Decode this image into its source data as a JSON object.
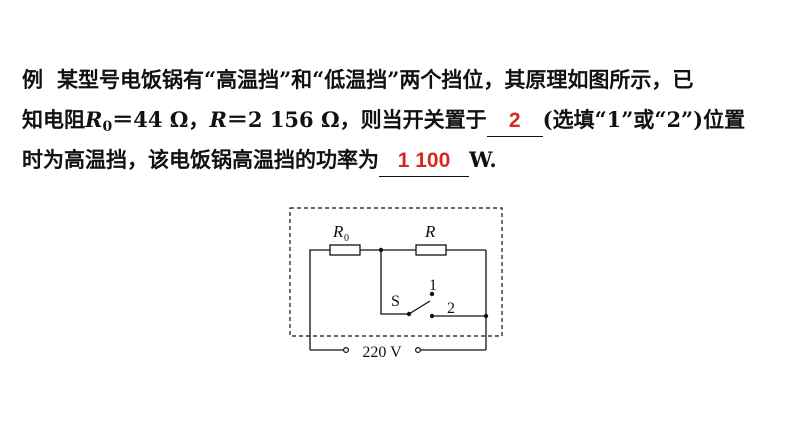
{
  "problem": {
    "example_label": "例",
    "line1": "某型号电饭锅有“高温挡”和“低温挡”两个挡位，其原理如图所示，已",
    "line2_prefix": "知电阻",
    "r0_symbol": "R",
    "r0_subscript": "0",
    "r0_value": "＝44 Ω，",
    "r_symbol": "R",
    "r_value": "＝2 156 Ω，则当开关置于",
    "blank1_answer": "2",
    "line2_suffix": "(选填“1”或“2”)位置",
    "line3_prefix": "时为高温挡，该电饭锅高温挡的功率为",
    "blank2_answer": "1 100",
    "line3_unit": "W."
  },
  "circuit": {
    "r0_label": "R",
    "r0_label_sub": "0",
    "r_label": "R",
    "switch_label": "S",
    "contact1_label": "1",
    "contact2_label": "2",
    "voltage_label": "220 V"
  },
  "colors": {
    "answer": "#d42a1f"
  }
}
